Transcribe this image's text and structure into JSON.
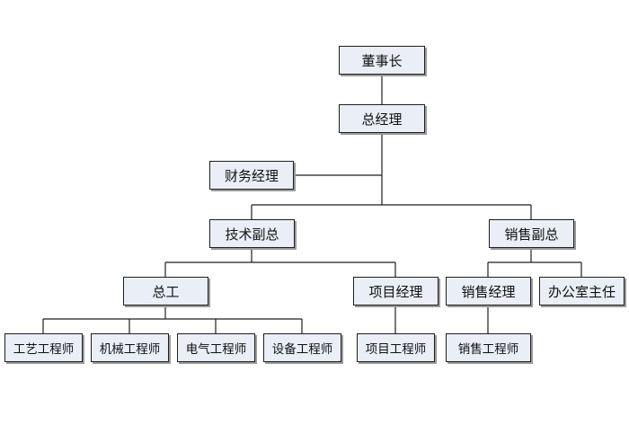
{
  "org_chart": {
    "chairman": "董事长",
    "general_manager": "总经理",
    "finance_manager": "财务经理",
    "tech_vp": "技术副总",
    "sales_vp": "销售副总",
    "chief_engineer": "总工",
    "project_manager": "项目经理",
    "sales_manager": "销售经理",
    "office_director": "办公室主任",
    "process_engineer": "工艺工程师",
    "mechanical_engineer": "机械工程师",
    "electrical_engineer": "电气工程师",
    "equipment_engineer": "设备工程师",
    "project_engineer": "项目工程师",
    "sales_engineer": "销售工程师"
  },
  "colors": {
    "node_fill": "#e9eef7",
    "node_border": "#1f1f1f",
    "line": "#1f1f1f"
  }
}
